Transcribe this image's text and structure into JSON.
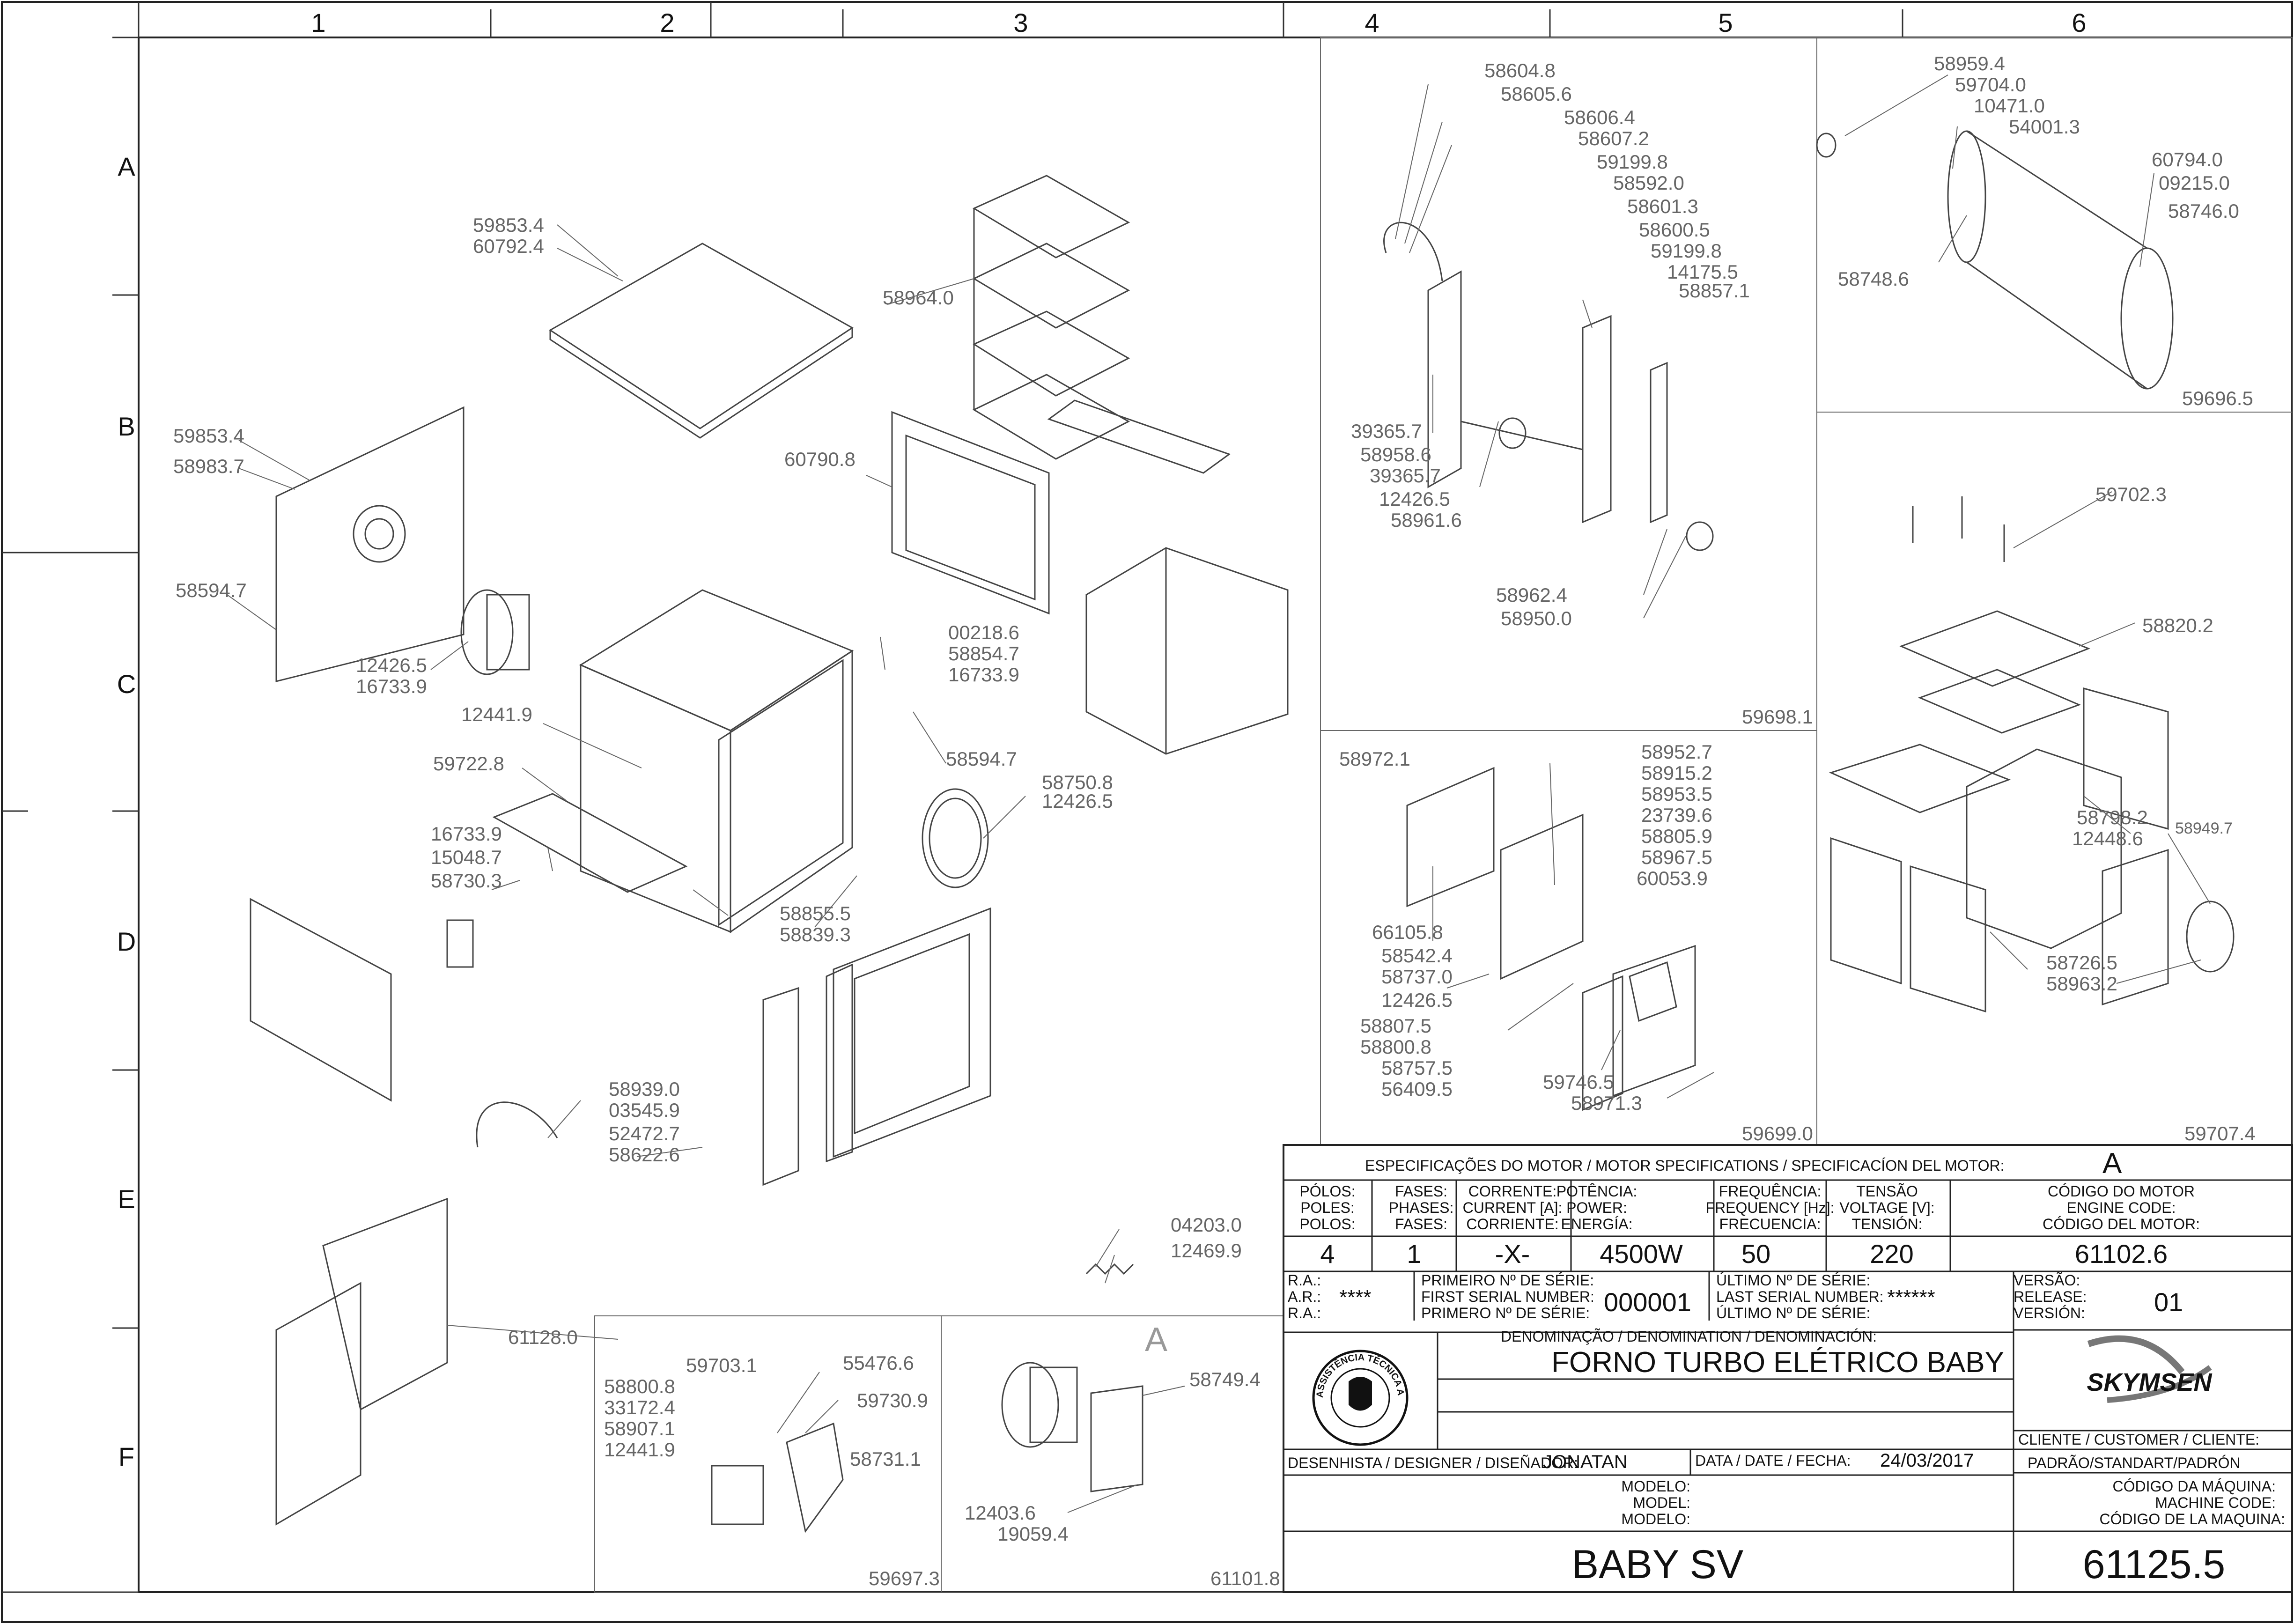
{
  "grid": {
    "columns": [
      "1",
      "2",
      "3",
      "4",
      "5",
      "6"
    ],
    "rows": [
      "A",
      "B",
      "C",
      "D",
      "E",
      "F"
    ]
  },
  "views": {
    "v1": "59698.1",
    "v2": "59696.5",
    "v3": "59699.0",
    "v4": "59707.4",
    "v5": "59697.3",
    "v6": "61101.8",
    "detail_letter": "A"
  },
  "parts": {
    "main": [
      "59853.4",
      "60792.4",
      "58964.0",
      "59853.4",
      "58983.7",
      "60790.8",
      "58594.7",
      "12426.5",
      "16733.9",
      "12441.9",
      "00218.6",
      "58854.7",
      "16733.9",
      "58594.7",
      "59722.8",
      "58750.8",
      "12426.5",
      "16733.9",
      "15048.7",
      "58730.3",
      "58855.5",
      "58839.3",
      "58939.0",
      "03545.9",
      "52472.7",
      "58622.6",
      "04203.0",
      "12469.9",
      "61128.0"
    ],
    "motor_group": [
      "58604.8",
      "58605.6",
      "58606.4",
      "58607.2",
      "59199.8",
      "58592.0",
      "58601.3",
      "58600.5",
      "59199.8",
      "14175.5",
      "58857.1",
      "39365.7",
      "58958.6",
      "39365.7",
      "12426.5",
      "58961.6",
      "58962.4",
      "58950.0"
    ],
    "fan_group": [
      "58959.4",
      "59704.0",
      "10471.0",
      "54001.3",
      "60794.0",
      "09215.0",
      "58746.0",
      "58748.6"
    ],
    "door_group": [
      "58972.1",
      "58952.7",
      "58915.2",
      "58953.5",
      "23739.6",
      "58805.9",
      "58967.5",
      "60053.9",
      "66105.8",
      "58542.4",
      "58737.0",
      "12426.5",
      "58807.5",
      "58800.8",
      "58757.5",
      "56409.5",
      "59746.5",
      "58971.3"
    ],
    "chamber_group": [
      "59702.3",
      "58820.2",
      "58798.2",
      "12448.6",
      "58949.7",
      "58726.5",
      "58963.2"
    ],
    "bracket_group": [
      "59703.1",
      "55476.6",
      "58800.8",
      "33172.4",
      "58907.1",
      "12441.9",
      "59730.9",
      "58731.1"
    ],
    "motor_detail": [
      "58749.4",
      "12403.6",
      "19059.4"
    ]
  },
  "title_block": {
    "motor_spec_header": "ESPECIFICAÇÕES DO MOTOR / MOTOR SPECIFICATIONS / SPECIFICACÍON DEL MOTOR:",
    "motor_letter": "A",
    "poles_label": [
      "PÓLOS:",
      "POLES:",
      "POLOS:"
    ],
    "phases_label": [
      "FASES:",
      "PHASES:",
      "FASES:"
    ],
    "current_label": [
      "CORRENTE:",
      "CURRENT [A]:",
      "CORRIENTE:"
    ],
    "power_label": [
      "POTÊNCIA:",
      "POWER:",
      "ENERGÍA:"
    ],
    "freq_label": [
      "FREQUÊNCIA:",
      "FREQUENCY [Hz]:",
      "FRECUENCIA:"
    ],
    "voltage_label": [
      "TENSÃO",
      "VOLTAGE [V]:",
      "TENSIÓN:"
    ],
    "engine_code_label": [
      "CÓDIGO DO MOTOR",
      "ENGINE CODE:",
      "CÓDIGO DEL MOTOR:"
    ],
    "poles": "4",
    "phases": "1",
    "current": "-X-",
    "power": "4500W",
    "frequency": "50",
    "voltage": "220",
    "engine_code": "61102.6",
    "ra_label": [
      "R.A.:",
      "A.R.:",
      "R.A.:"
    ],
    "ra_value": "****",
    "first_serial_label": [
      "PRIMEIRO Nº DE SÉRIE:",
      "FIRST SERIAL NUMBER:",
      "PRIMERO Nº DE SÉRIE:"
    ],
    "first_serial": "000001",
    "last_serial_label": [
      "ÚLTIMO Nº DE SÉRIE:",
      "LAST SERIAL NUMBER:",
      "ÚLTIMO Nº DE SÉRIE:"
    ],
    "last_serial": "******",
    "version_label": [
      "VERSÃO:",
      "RELEASE:",
      "VERSIÓN:"
    ],
    "version": "01",
    "denomination_label": "DENOMINAÇÃO / DENOMINATION / DENOMINACIÓN:",
    "denomination": "FORNO TURBO ELÉTRICO BABY",
    "brand": "SKYMSEN",
    "seal_text": "ASSISTÊNCIA TÉCNICA AUTORIZADA",
    "client_label": "CLIENTE / CUSTOMER / CLIENTE:",
    "client": "PADRÃO/STANDART/PADRÓN",
    "designer_label": "DESENHISTA / DESIGNER / DISEÑADOR:",
    "designer": "JONATAN",
    "date_label": "DATA / DATE / FECHA:",
    "date": "24/03/2017",
    "model_label": [
      "MODELO:",
      "MODEL:",
      "MODELO:"
    ],
    "machine_code_label": [
      "CÓDIGO DA MÁQUINA:",
      "MACHINE CODE:",
      "CÓDIGO DE LA MAQUINA:"
    ],
    "model": "BABY SV",
    "machine_code": "61125.5"
  }
}
